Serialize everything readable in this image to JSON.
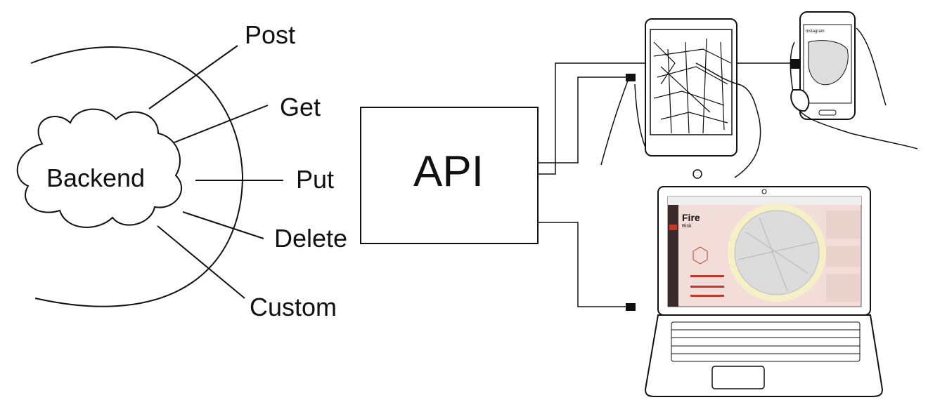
{
  "cloud_label": "Backend",
  "methods": [
    "Post",
    "Get",
    "Put",
    "Delete",
    "Custom"
  ],
  "api_label": "API",
  "laptop_app": {
    "title": "Fire",
    "subtitle": "Risk"
  },
  "phone_app": {
    "title": "Instagram"
  },
  "colors": {
    "ink": "#111111",
    "accent": "#c0392b",
    "screen_bg": "#f3ddd8",
    "map_ring": "#f6f0c8"
  }
}
